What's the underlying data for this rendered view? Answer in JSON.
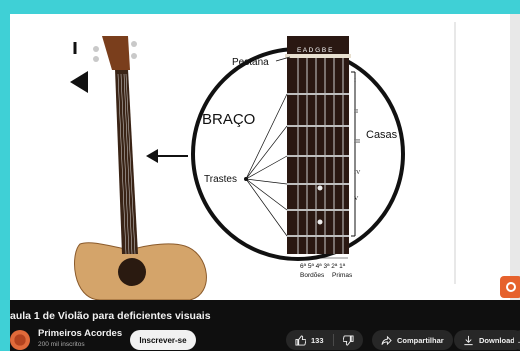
{
  "video": {
    "diagram": {
      "pestana": "Pestana",
      "strings_top": "E A D G B E",
      "braco": "BRAÇO",
      "casas": "Casas",
      "trastes": "Trastes",
      "fret_numerals": [
        "I",
        "II",
        "III",
        "IV",
        "V"
      ],
      "string_numbers": "6ª 5ª 4ª 3ª 2ª 1ª",
      "bordoes": "Bordões",
      "primas": "Primas"
    }
  },
  "title": "aula 1 de Violão para deficientes visuais",
  "channel": {
    "name": "Primeiros Acordes",
    "subscribers": "200 mil inscritos",
    "subscribe_label": "Inscrever-se"
  },
  "actions": {
    "like_count": "133",
    "share_label": "Compartilhar",
    "download_label": "Download",
    "more_label": "..."
  },
  "colors": {
    "page_bg": "#3fd0d6",
    "player_bg": "#0f0f0f",
    "pill_bg": "#272727",
    "subscribe_bg": "#f1f1f1",
    "channel_icon": "#e6622d"
  },
  "icons": [
    "like-icon",
    "dislike-icon",
    "share-icon",
    "download-icon",
    "more-icon"
  ]
}
